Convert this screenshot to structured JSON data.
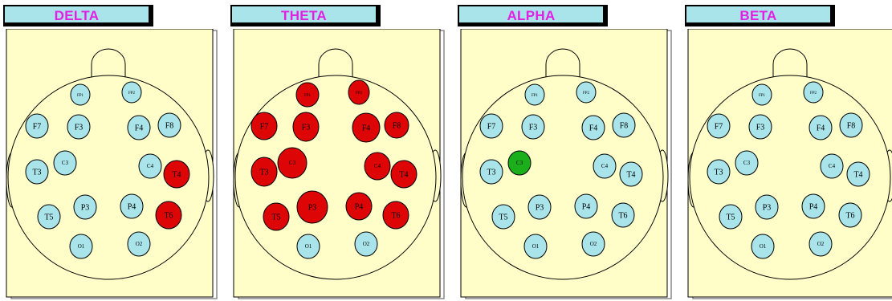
{
  "colors": {
    "normal": "#a8e4ea",
    "high": "#dd0505",
    "low": "#1bb01b",
    "paper": "#fffec8",
    "tab_text": "#e41fe4"
  },
  "panels": [
    {
      "title": "DELTA",
      "electrodes": [
        {
          "label": "FP1",
          "state": "normal"
        },
        {
          "label": "FP2",
          "state": "normal"
        },
        {
          "label": "F7",
          "state": "normal"
        },
        {
          "label": "F3",
          "state": "normal"
        },
        {
          "label": "F4",
          "state": "normal"
        },
        {
          "label": "F8",
          "state": "normal"
        },
        {
          "label": "C3",
          "state": "normal"
        },
        {
          "label": "C4",
          "state": "normal"
        },
        {
          "label": "T3",
          "state": "normal"
        },
        {
          "label": "T4",
          "state": "high"
        },
        {
          "label": "T5",
          "state": "normal"
        },
        {
          "label": "P3",
          "state": "normal"
        },
        {
          "label": "P4",
          "state": "normal"
        },
        {
          "label": "T6",
          "state": "high"
        },
        {
          "label": "O1",
          "state": "normal"
        },
        {
          "label": "O2",
          "state": "normal"
        }
      ]
    },
    {
      "title": "THETA",
      "electrodes": [
        {
          "label": "FP1",
          "state": "high"
        },
        {
          "label": "FP2",
          "state": "high"
        },
        {
          "label": "F7",
          "state": "high"
        },
        {
          "label": "F3",
          "state": "high"
        },
        {
          "label": "F4",
          "state": "high"
        },
        {
          "label": "F8",
          "state": "high"
        },
        {
          "label": "C3",
          "state": "high"
        },
        {
          "label": "C4",
          "state": "high"
        },
        {
          "label": "T3",
          "state": "high"
        },
        {
          "label": "T4",
          "state": "high"
        },
        {
          "label": "T5",
          "state": "high"
        },
        {
          "label": "P3",
          "state": "high"
        },
        {
          "label": "P4",
          "state": "high"
        },
        {
          "label": "T6",
          "state": "high"
        },
        {
          "label": "O1",
          "state": "normal"
        },
        {
          "label": "O2",
          "state": "normal"
        }
      ]
    },
    {
      "title": "ALPHA",
      "electrodes": [
        {
          "label": "FP1",
          "state": "normal"
        },
        {
          "label": "FP2",
          "state": "normal"
        },
        {
          "label": "F7",
          "state": "normal"
        },
        {
          "label": "F3",
          "state": "normal"
        },
        {
          "label": "F4",
          "state": "normal"
        },
        {
          "label": "F8",
          "state": "normal"
        },
        {
          "label": "C3",
          "state": "low"
        },
        {
          "label": "C4",
          "state": "normal"
        },
        {
          "label": "T3",
          "state": "normal"
        },
        {
          "label": "T4",
          "state": "normal"
        },
        {
          "label": "T5",
          "state": "normal"
        },
        {
          "label": "P3",
          "state": "normal"
        },
        {
          "label": "P4",
          "state": "normal"
        },
        {
          "label": "T6",
          "state": "normal"
        },
        {
          "label": "O1",
          "state": "normal"
        },
        {
          "label": "O2",
          "state": "normal"
        }
      ]
    },
    {
      "title": "BETA",
      "electrodes": [
        {
          "label": "FP1",
          "state": "normal"
        },
        {
          "label": "FP2",
          "state": "normal"
        },
        {
          "label": "F7",
          "state": "normal"
        },
        {
          "label": "F3",
          "state": "normal"
        },
        {
          "label": "F4",
          "state": "normal"
        },
        {
          "label": "F8",
          "state": "normal"
        },
        {
          "label": "C3",
          "state": "normal"
        },
        {
          "label": "C4",
          "state": "normal"
        },
        {
          "label": "T3",
          "state": "normal"
        },
        {
          "label": "T4",
          "state": "normal"
        },
        {
          "label": "T5",
          "state": "normal"
        },
        {
          "label": "P3",
          "state": "normal"
        },
        {
          "label": "P4",
          "state": "normal"
        },
        {
          "label": "T6",
          "state": "normal"
        },
        {
          "label": "O1",
          "state": "normal"
        },
        {
          "label": "O2",
          "state": "normal"
        }
      ]
    }
  ]
}
